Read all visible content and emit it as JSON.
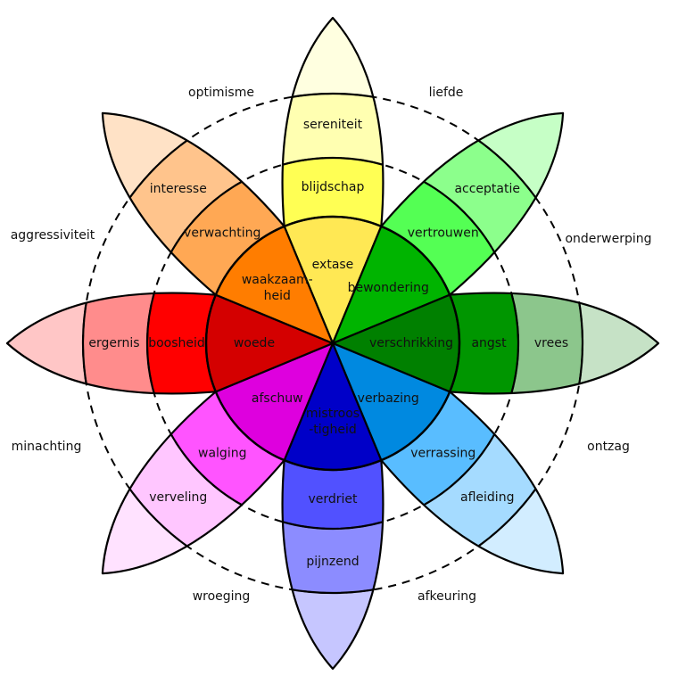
{
  "title": "Wiel van emoties (Plutchik)",
  "petals": [
    {
      "id": "joy",
      "direction": "top",
      "colors": {
        "core": "#FFE854",
        "middle": "#FFFF54",
        "outer": "#FFFFB1",
        "tip": "#FFFFE0"
      },
      "labels": {
        "core": "extase",
        "middle": "blijdschap",
        "outer": "sereniteit"
      }
    },
    {
      "id": "trust",
      "direction": "top-right",
      "colors": {
        "core": "#00B400",
        "middle": "#54FF54",
        "outer": "#8CFF8C",
        "tip": "#C6FFC6"
      },
      "labels": {
        "core": "bewondering",
        "middle": "vertrouwen",
        "outer": "acceptatie"
      }
    },
    {
      "id": "fear",
      "direction": "right",
      "colors": {
        "core": "#008000",
        "middle": "#009600",
        "outer": "#8CC68C",
        "tip": "#C6E2C6"
      },
      "labels": {
        "core": "verschrikking",
        "middle": "angst",
        "outer": "vrees"
      }
    },
    {
      "id": "surprise",
      "direction": "bottom-right",
      "colors": {
        "core": "#0089E0",
        "middle": "#59BDFF",
        "outer": "#A5DBFF",
        "tip": "#D2EDFF"
      },
      "labels": {
        "core": "verbazing",
        "middle": "verrassing",
        "outer": "afleiding"
      }
    },
    {
      "id": "sadness",
      "direction": "bottom",
      "colors": {
        "core": "#0000C8",
        "middle": "#5151FF",
        "outer": "#8C8CFF",
        "tip": "#C6C6FF"
      },
      "labels": {
        "core": "mistroos\n-tigheid",
        "middle": "verdriet",
        "outer": "pijnzend"
      }
    },
    {
      "id": "disgust",
      "direction": "bottom-left",
      "colors": {
        "core": "#DE00DE",
        "middle": "#FF54FF",
        "outer": "#FFC6FF",
        "tip": "#FFE2FF"
      },
      "labels": {
        "core": "afschuw",
        "middle": "walging",
        "outer": "verveling"
      }
    },
    {
      "id": "anger",
      "direction": "left",
      "colors": {
        "core": "#D40000",
        "middle": "#FF0000",
        "outer": "#FF8C8C",
        "tip": "#FFC6C6"
      },
      "labels": {
        "core": "woede",
        "middle": "boosheid",
        "outer": "ergernis"
      }
    },
    {
      "id": "anticipation",
      "direction": "top-left",
      "colors": {
        "core": "#FF7D00",
        "middle": "#FFA854",
        "outer": "#FFC48C",
        "tip": "#FFE2C6"
      },
      "labels": {
        "core": "waakzaam-\nheid",
        "middle": "verwachting",
        "outer": "interesse"
      }
    }
  ],
  "dyads": [
    {
      "label": "optimisme",
      "between": [
        "anticipation",
        "joy"
      ]
    },
    {
      "label": "liefde",
      "between": [
        "joy",
        "trust"
      ]
    },
    {
      "label": "onderwerping",
      "between": [
        "trust",
        "fear"
      ]
    },
    {
      "label": "ontzag",
      "between": [
        "fear",
        "surprise"
      ]
    },
    {
      "label": "afkeuring",
      "between": [
        "surprise",
        "sadness"
      ]
    },
    {
      "label": "wroeging",
      "between": [
        "sadness",
        "disgust"
      ]
    },
    {
      "label": "minachting",
      "between": [
        "disgust",
        "anger"
      ]
    },
    {
      "label": "aggressiviteit",
      "between": [
        "anger",
        "anticipation"
      ]
    }
  ]
}
